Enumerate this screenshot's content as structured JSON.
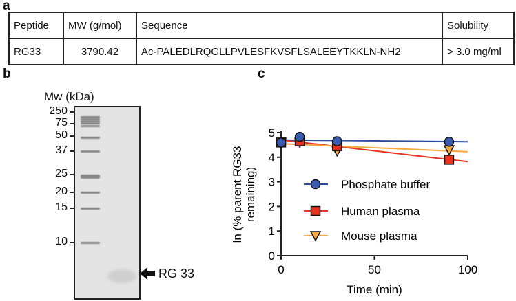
{
  "panels": {
    "a": "a",
    "b": "b",
    "c": "c"
  },
  "table": {
    "headers": [
      "Peptide",
      "MW (g/mol)",
      "Sequence",
      "Solubility"
    ],
    "rows": [
      [
        "RG33",
        "3790.42",
        "Ac-PALEDLRQGLLPVLESFKVSFLSALEEYTKKLN-NH2",
        "> 3.0 mg/ml"
      ]
    ]
  },
  "gel": {
    "title": "Mw (kDa)",
    "markers": [
      "250",
      "75",
      "50",
      "37",
      "25",
      "20",
      "15",
      "10"
    ],
    "band_label": "RG 33"
  },
  "chart_data": {
    "type": "scatter",
    "xlabel": "Time (min)",
    "ylabel": "ln (% parent RG33 remaining)",
    "xlim": [
      0,
      100
    ],
    "ylim": [
      0,
      5
    ],
    "xticks": [
      "0",
      "50",
      "100"
    ],
    "yticks": [
      "0",
      "1",
      "2",
      "3",
      "4",
      "5"
    ],
    "legend": "center",
    "series": [
      {
        "name": "Phosphate buffer",
        "marker": "circle",
        "color": "#3a5cb0",
        "line": "#2c4ea0",
        "x": [
          0,
          10,
          30,
          90
        ],
        "y": [
          4.6,
          4.83,
          4.65,
          4.63
        ],
        "fit": [
          [
            0,
            4.7
          ],
          [
            100,
            4.63
          ]
        ]
      },
      {
        "name": "Human plasma",
        "marker": "square",
        "color": "#e8321e",
        "line": "#e8321e",
        "x": [
          0,
          10,
          30,
          90
        ],
        "y": [
          4.6,
          4.65,
          4.45,
          3.9
        ],
        "fit": [
          [
            0,
            4.7
          ],
          [
            100,
            3.82
          ]
        ]
      },
      {
        "name": "Mouse plasma",
        "marker": "triangle-down",
        "color": "#f7a93c",
        "line": "#f7a93c",
        "x": [
          0,
          10,
          30,
          90
        ],
        "y": [
          4.6,
          4.6,
          4.25,
          4.3
        ],
        "fit": [
          [
            0,
            4.55
          ],
          [
            100,
            4.22
          ]
        ]
      }
    ]
  }
}
